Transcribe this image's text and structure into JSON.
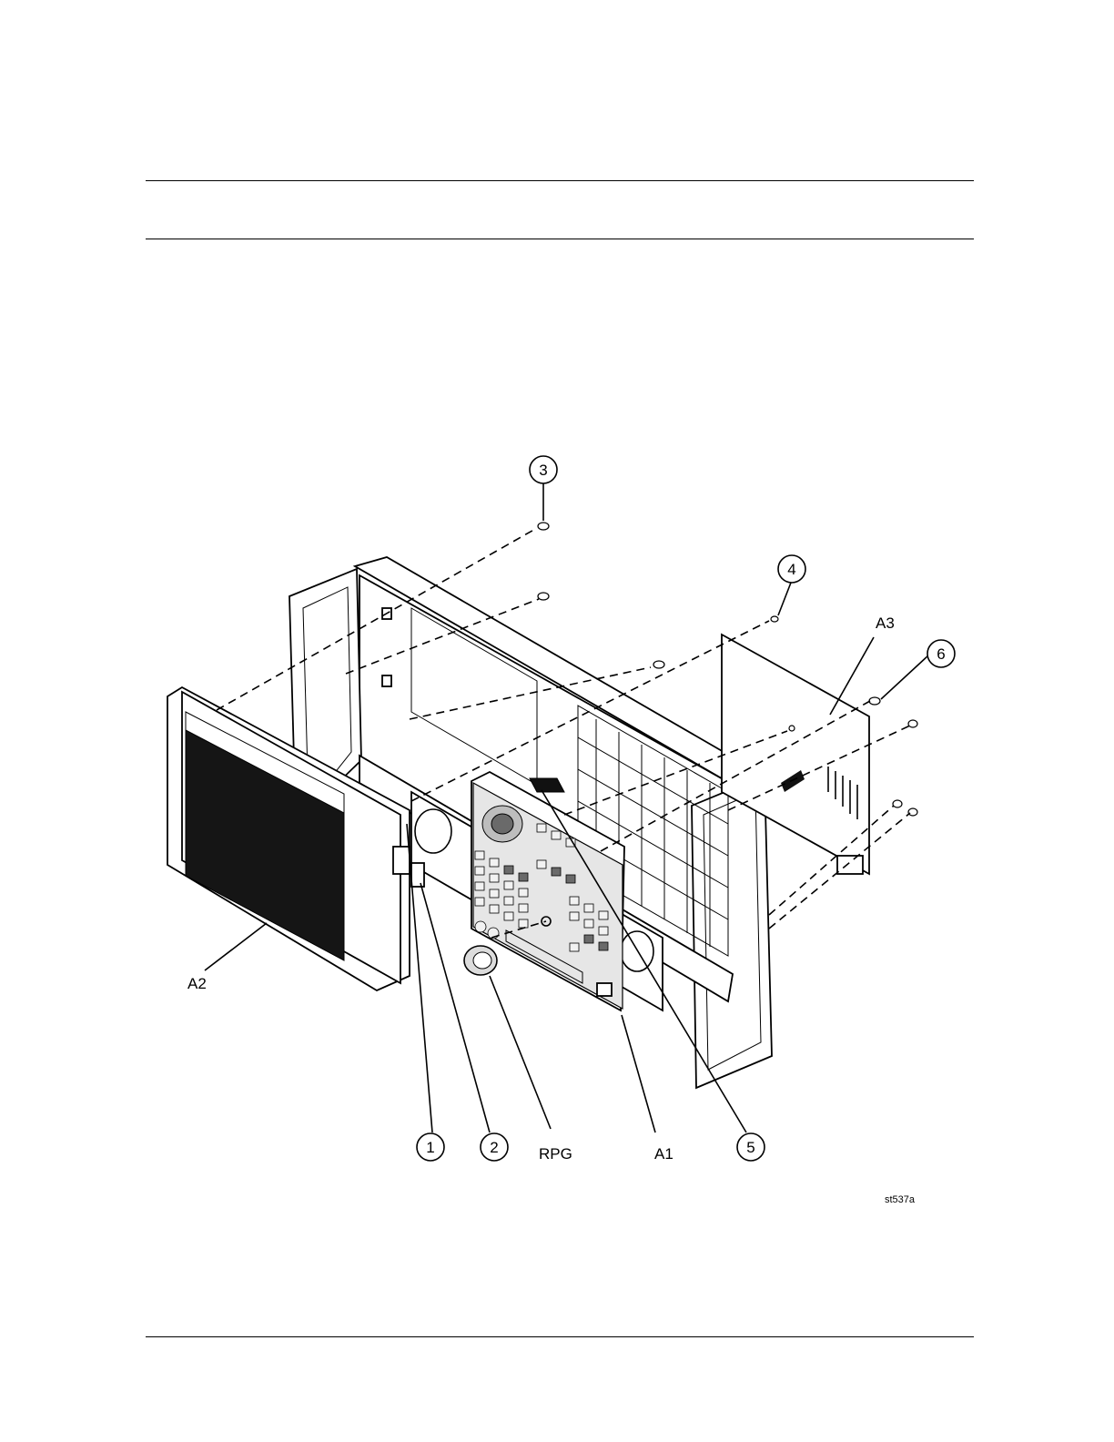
{
  "callouts": {
    "c1": "1",
    "c2": "2",
    "c3": "3",
    "c4": "4",
    "c5": "5",
    "c6": "6"
  },
  "labels": {
    "a1": "A1",
    "a2": "A2",
    "a3": "A3",
    "rpg": "RPG"
  },
  "figure_id": "st537a"
}
